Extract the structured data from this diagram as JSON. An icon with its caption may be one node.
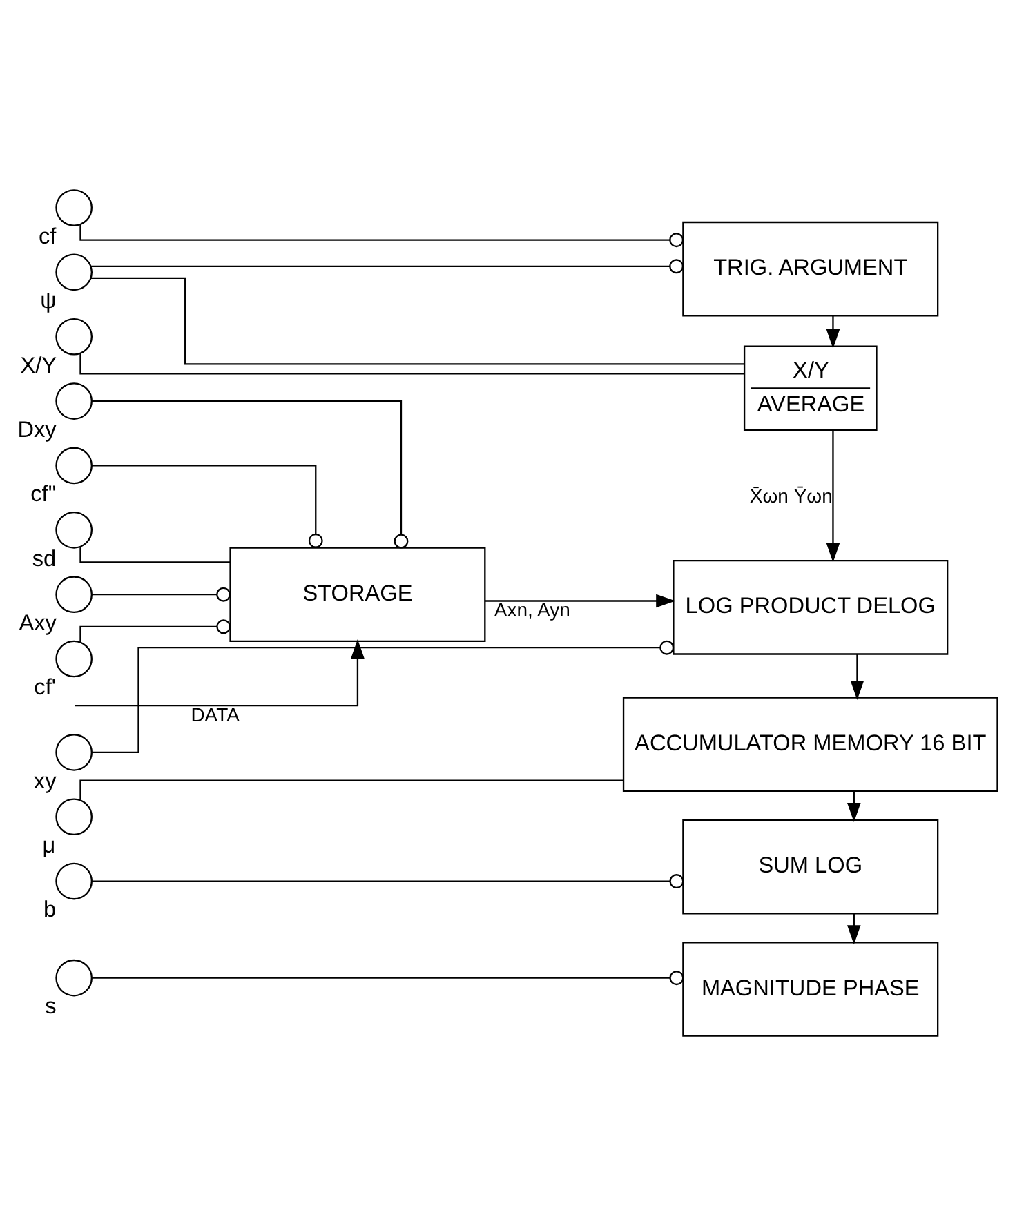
{
  "diagram": {
    "nodes": [
      {
        "text": [
          "TRIG. ARGUMENT"
        ]
      },
      {
        "text": [
          "X/Y",
          "AVERAGE"
        ]
      },
      {
        "text": [
          "STORAGE"
        ]
      },
      {
        "text": [
          "LOG PRODUCT DELOG"
        ]
      },
      {
        "text": [
          "ACCUMULATOR MEMORY 16 BIT"
        ]
      },
      {
        "text": [
          "SUM LOG"
        ]
      },
      {
        "text": [
          "MAGNITUDE PHASE"
        ]
      },
      {
        "text": [],
        "shape": "circle",
        "beside": [
          "cf"
        ]
      },
      {
        "text": [],
        "shape": "circle",
        "beside": [
          "ψ"
        ]
      },
      {
        "text": [],
        "shape": "circle",
        "beside": [
          "X/Y"
        ]
      },
      {
        "text": [],
        "shape": "circle",
        "beside": [
          "Dxy"
        ]
      },
      {
        "text": [],
        "shape": "circle",
        "beside": [
          "cf\""
        ]
      },
      {
        "text": [],
        "shape": "circle",
        "beside": [
          "sd"
        ]
      },
      {
        "text": [],
        "shape": "circle",
        "beside": [
          "Axy"
        ]
      },
      {
        "text": [],
        "shape": "circle",
        "beside": [
          "cf'"
        ]
      },
      {
        "text": [],
        "shape": "circle",
        "beside": [
          "xy"
        ]
      },
      {
        "text": [],
        "shape": "circle",
        "beside": [
          "μ"
        ]
      },
      {
        "text": [],
        "shape": "circle",
        "beside": [
          "b"
        ]
      },
      {
        "text": [],
        "shape": "circle",
        "beside": [
          "s"
        ]
      }
    ],
    "edges": [
      {
        "from": 7,
        "to": 0,
        "arrow": "other"
      },
      {
        "from": 8,
        "to": 0,
        "arrow": "other"
      },
      {
        "from": 8,
        "to": 1,
        "arrow": "none"
      },
      {
        "from": 0,
        "to": 1,
        "arrow": "to"
      },
      {
        "from": 9,
        "to": 1,
        "arrow": "none"
      },
      {
        "from": 1,
        "to": 3,
        "arrow": "to",
        "label": "X̄ωn Ȳωn"
      },
      {
        "from": null,
        "to": 2,
        "arrow": "to",
        "label": "DATA"
      },
      {
        "from": 10,
        "to": 2,
        "arrow": "other"
      },
      {
        "from": 11,
        "to": 2,
        "arrow": "other"
      },
      {
        "from": 12,
        "to": 2,
        "arrow": "none"
      },
      {
        "from": 13,
        "to": 2,
        "arrow": "other"
      },
      {
        "from": 14,
        "to": 2,
        "arrow": "other"
      },
      {
        "from": 2,
        "to": 3,
        "arrow": "to",
        "label": "Axn, Ayn"
      },
      {
        "from": 15,
        "to": 3,
        "arrow": "other"
      },
      {
        "from": 3,
        "to": 4,
        "arrow": "to"
      },
      {
        "from": 16,
        "to": 4,
        "arrow": "none"
      },
      {
        "from": 4,
        "to": 5,
        "arrow": "to"
      },
      {
        "from": 17,
        "to": 5,
        "arrow": "other"
      },
      {
        "from": 5,
        "to": 6,
        "arrow": "to"
      },
      {
        "from": 18,
        "to": 6,
        "arrow": "other"
      }
    ]
  }
}
